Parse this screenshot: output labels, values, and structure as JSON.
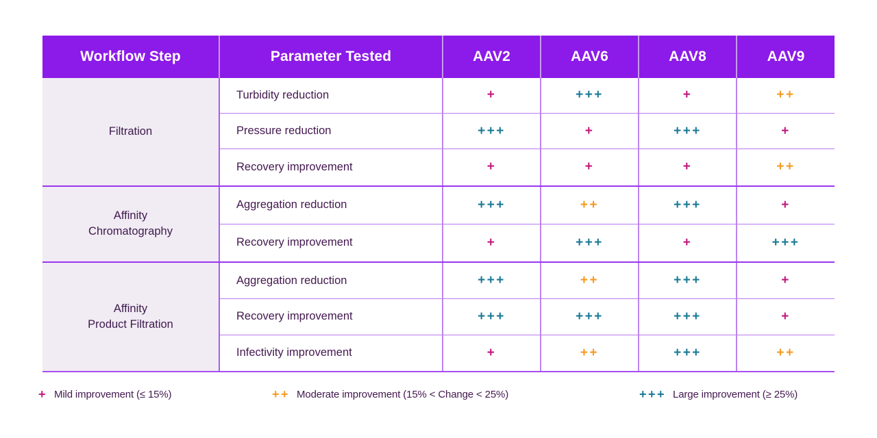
{
  "table": {
    "headers": {
      "group": "Workflow Step",
      "parameter": "Parameter Tested",
      "serotypes": [
        "AAV2",
        "AAV6",
        "AAV8",
        "AAV9"
      ]
    },
    "groups": [
      {
        "label": "Filtration",
        "rows": [
          {
            "parameter": "Turbidity reduction",
            "values": [
              "+",
              "+++",
              "+",
              "++"
            ]
          },
          {
            "parameter": "Pressure reduction",
            "values": [
              "+++",
              "+",
              "+++",
              "+"
            ]
          },
          {
            "parameter": "Recovery improvement",
            "values": [
              "+",
              "+",
              "+",
              "++"
            ]
          }
        ]
      },
      {
        "label": "Affinity\nChromatography",
        "label_line1": "Affinity",
        "label_line2": "Chromatography",
        "rows": [
          {
            "parameter": "Aggregation reduction",
            "values": [
              "+++",
              "++",
              "+++",
              "+"
            ]
          },
          {
            "parameter": "Recovery improvement",
            "values": [
              "+",
              "+++",
              "+",
              "+++"
            ]
          }
        ]
      },
      {
        "label": "Affinity\nProduct Filtration",
        "label_line1": "Affinity",
        "label_line2": "Product Filtration",
        "rows": [
          {
            "parameter": "Aggregation reduction",
            "values": [
              "+++",
              "++",
              "+++",
              "+"
            ]
          },
          {
            "parameter": "Recovery improvement",
            "values": [
              "+++",
              "+++",
              "+++",
              "+"
            ]
          },
          {
            "parameter": "Infectivity improvement",
            "values": [
              "+",
              "++",
              "+++",
              "++"
            ]
          }
        ]
      }
    ]
  },
  "legend": [
    {
      "symbol": "+",
      "text": "Mild improvement (≤ 15%)",
      "color": "#c2187f"
    },
    {
      "symbol": "++",
      "text": "Moderate improvement (15% < Change < 25%)",
      "color": "#f59a23"
    },
    {
      "symbol": "+++",
      "text": "Large improvement (≥ 25%)",
      "color": "#1a7a96"
    }
  ],
  "colors": {
    "header_purple": "#8c1ae8",
    "group_bg": "#f1ebf3",
    "border_light": "#bb84ee",
    "border_strong": "#9b35ef",
    "text_dark": "#43184f",
    "mild": "#c2187f",
    "moderate": "#f59a23",
    "large": "#1a7a96"
  }
}
